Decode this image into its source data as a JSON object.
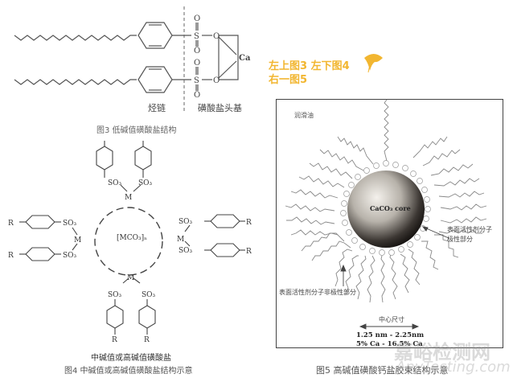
{
  "fig3": {
    "label_chain": "烃链",
    "label_head": "磺酸盐头基",
    "caption": "图3 低碱值磺酸盐结构",
    "atoms": {
      "S": "S",
      "O": "O",
      "Ca": "Ca"
    }
  },
  "note": {
    "line1": "左上图3  左下图4",
    "line2": "右一图5",
    "accent_color": "#f2b630",
    "icon": "ginkgo-leaf-icon"
  },
  "fig4": {
    "core_label": "[MCO₃]ₙ",
    "metal": "M",
    "so3": "SO₃",
    "r": "R",
    "sub_caption": "中碱值或高碱值磺酸盐",
    "caption": "图4 中碱值或高碱值磺酸盐结构示意"
  },
  "fig5": {
    "medium_label": "润滑油",
    "core_label": "CaCO₃ core",
    "polar_label_line1": "表面活性剂分子",
    "polar_label_line2": "极性部分",
    "nonpolar_label": "表面活性剂分子非极性部分",
    "size_title": "中心尺寸",
    "size_range": "1.25 nm - 2.25nm",
    "ca_range": "5% Ca - 16.5% Ca",
    "caption": "图5 高碱值磺酸钙盐胶束结构示意"
  },
  "watermark": {
    "line1": "嘉峪检测网",
    "line2": "AnyTesting.com"
  }
}
